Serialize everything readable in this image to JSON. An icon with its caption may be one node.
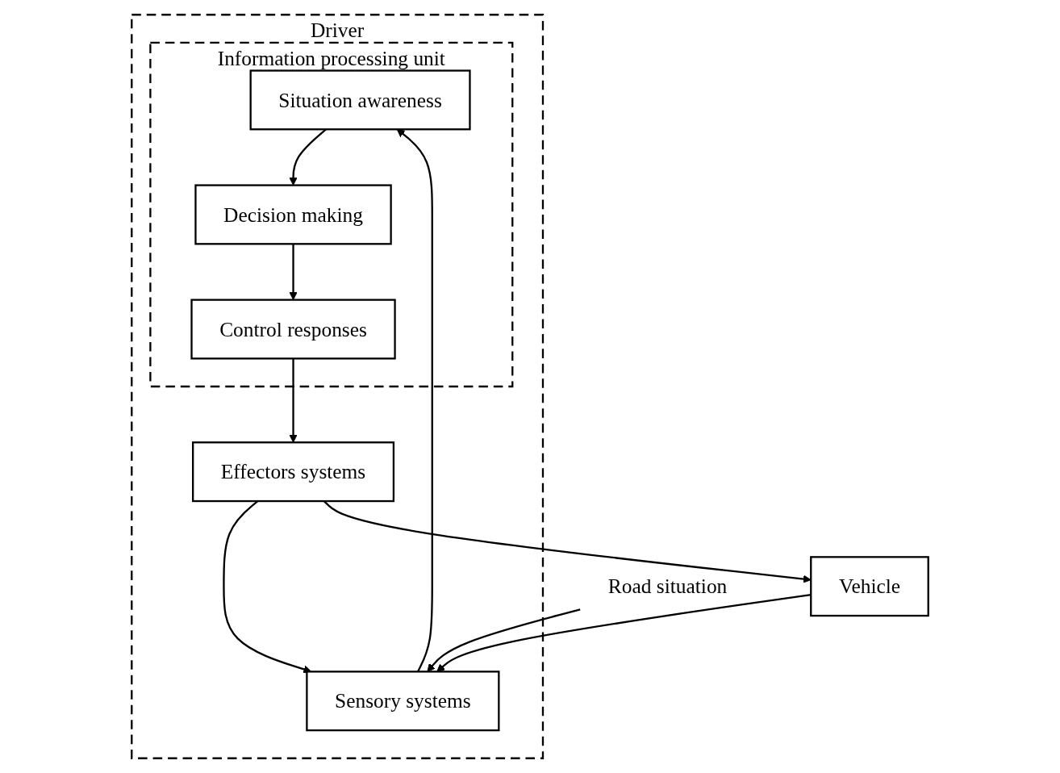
{
  "diagram": {
    "nodes": [
      {
        "text": [
          "Driver"
        ]
      },
      {
        "text": [
          "Information processing unit"
        ],
        "in": 0
      },
      {
        "text": [
          "Situation awareness"
        ],
        "in": 1
      },
      {
        "text": [
          "Decision making"
        ],
        "in": 1
      },
      {
        "text": [
          "Control responses"
        ],
        "in": 1
      },
      {
        "text": [
          "Sensory systems"
        ],
        "in": 0
      },
      {
        "text": [
          "Effectors systems"
        ],
        "in": 0
      },
      {
        "text": [
          "Road situation"
        ]
      },
      {
        "text": [
          "Vehicle"
        ]
      }
    ],
    "edges": [
      {
        "from": 2,
        "to": 3,
        "arrow": "to"
      },
      {
        "from": 3,
        "to": 4,
        "arrow": "to"
      },
      {
        "from": 4,
        "to": 6,
        "arrow": "to"
      },
      {
        "from": 6,
        "to": 5,
        "arrow": "to"
      },
      {
        "from": 5,
        "to": 2,
        "arrow": "to"
      },
      {
        "from": 7,
        "to": 5,
        "arrow": "to"
      },
      {
        "from": 6,
        "to": 8,
        "arrow": "to"
      },
      {
        "from": 8,
        "to": 5,
        "arrow": "to"
      }
    ]
  }
}
